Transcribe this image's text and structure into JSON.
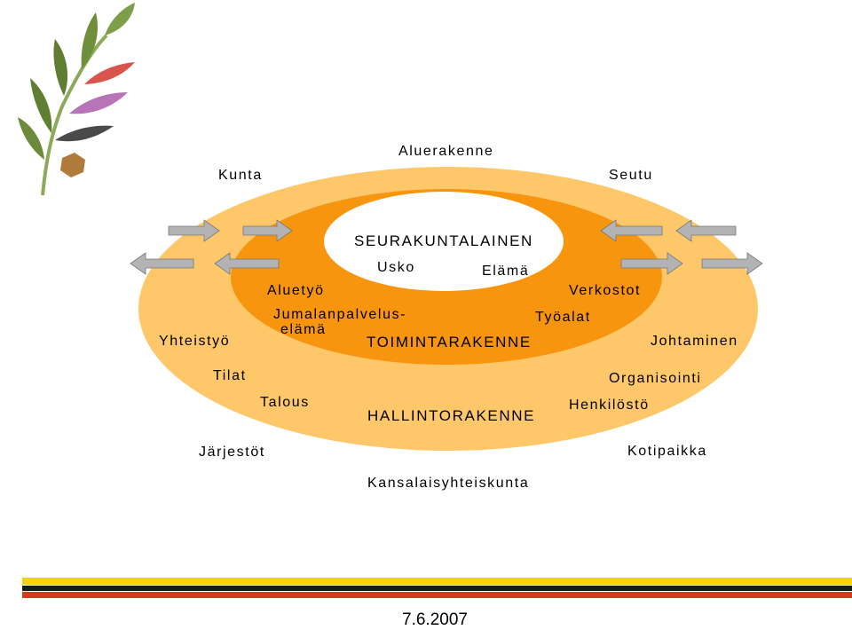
{
  "diagram": {
    "labels": {
      "aluerakenne": "Aluerakenne",
      "kunta": "Kunta",
      "seutu": "Seutu",
      "seurakuntalainen": "SEURAKUNTALAINEN",
      "usko": "Usko",
      "elama": "Elämä",
      "aluetyo": "Aluetyö",
      "verkostot": "Verkostot",
      "jumalanpalvelus_line1": "Jumalanpalvelus-",
      "jumalanpalvelus_line2": "elämä",
      "tyoalat": "Työalat",
      "yhteistyo": "Yhteistyö",
      "toimintarakenne": "TOIMINTARAKENNE",
      "johtaminen": "Johtaminen",
      "tilat": "Tilat",
      "organisointi": "Organisointi",
      "talous": "Talous",
      "hallintorakenne": "HALLINTORAKENNE",
      "henkilosto": "Henkilöstö",
      "jarjestot": "Järjestöt",
      "kotipaikka": "Kotipaikka",
      "kansalaisyhteiskunta": "Kansalaisyhteiskunta"
    },
    "colors": {
      "outer_ring": "#fdc76a",
      "middle_ring": "#f7950f",
      "inner": "#ffffff",
      "arrow_fill": "#b3b3b3",
      "stripe_yellow": "#f5d20a",
      "stripe_black": "#1a1a1a",
      "stripe_red": "#d63a1a"
    }
  },
  "footer": {
    "date": "7.6.2007"
  }
}
